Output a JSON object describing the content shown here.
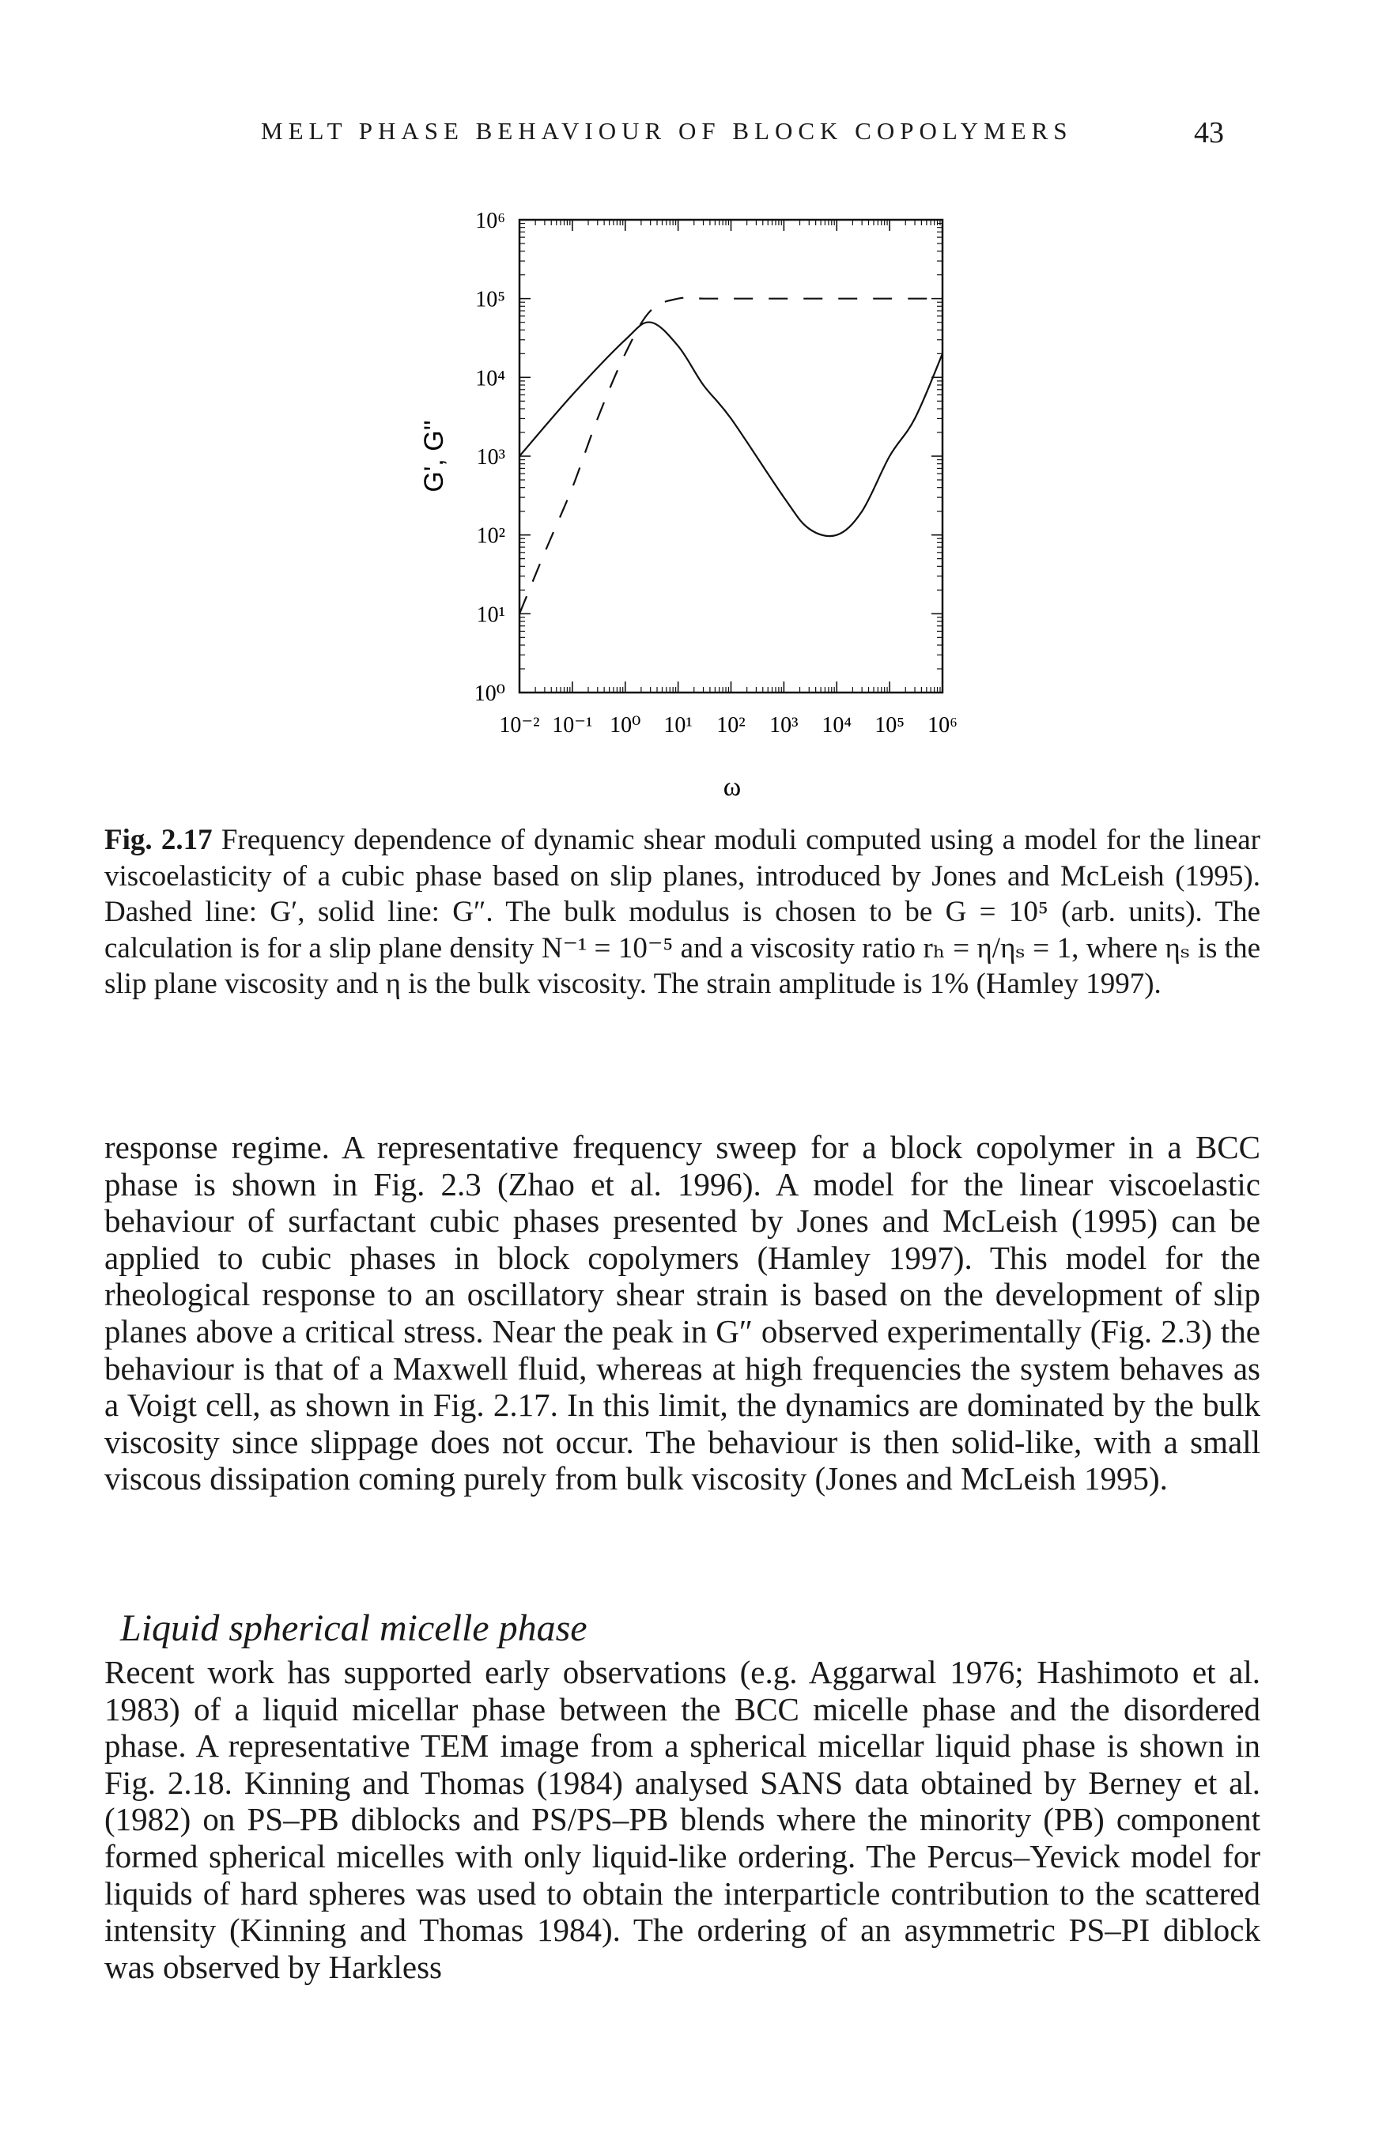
{
  "header": {
    "running_title": "MELT PHASE BEHAVIOUR OF BLOCK COPOLYMERS",
    "page_number": "43"
  },
  "chart_data": {
    "type": "line",
    "xscale": "log",
    "yscale": "log",
    "xlim": [
      0.01,
      1000000
    ],
    "ylim": [
      1,
      1000000
    ],
    "xlabel": "ω",
    "ylabel": "G', G''",
    "x_ticks": [
      "10⁻²",
      "10⁻¹",
      "10⁰",
      "10¹",
      "10²",
      "10³",
      "10⁴",
      "10⁵",
      "10⁶"
    ],
    "y_ticks": [
      "10⁰",
      "10¹",
      "10²",
      "10³",
      "10⁴",
      "10⁵",
      "10⁶"
    ],
    "grid": false,
    "series": [
      {
        "style": "dashed",
        "x": [
          0.01,
          0.03,
          0.1,
          0.3,
          1,
          3,
          10,
          30,
          100,
          1000,
          10000,
          100000,
          1000000
        ],
        "y": [
          10,
          60,
          400,
          3000,
          20000,
          70000,
          100000,
          100000,
          100000,
          100000,
          100000,
          100000,
          100000
        ]
      },
      {
        "style": "solid",
        "x": [
          0.01,
          0.1,
          1,
          3,
          10,
          30,
          100,
          1000,
          3000,
          10000,
          30000,
          100000,
          300000,
          1000000
        ],
        "y": [
          1000,
          6000,
          30000,
          50000,
          25000,
          8000,
          3000,
          300,
          120,
          100,
          200,
          1000,
          3000,
          20000
        ]
      }
    ]
  },
  "caption": {
    "label": "Fig. 2.17",
    "text": "Frequency dependence of dynamic shear moduli computed using a model for the linear viscoelasticity of a cubic phase based on slip planes, introduced by Jones and McLeish (1995). Dashed line: G′, solid line: G″. The bulk modulus is chosen to be G = 10⁵ (arb. units). The calculation is for a slip plane density N⁻¹ = 10⁻⁵ and a viscosity ratio rₕ = η/ηₛ = 1, where ηₛ is the slip plane viscosity and η is the bulk viscosity. The strain amplitude is 1% (Hamley 1997)."
  },
  "body": {
    "paragraph": "response regime. A representative frequency sweep for a block copolymer in a BCC phase is shown in Fig. 2.3 (Zhao et al. 1996). A model for the linear viscoelastic behaviour of surfactant cubic phases presented by Jones and McLeish (1995) can be applied to cubic phases in block copolymers (Hamley 1997). This model for the rheological response to an oscillatory shear strain is based on the development of slip planes above a critical stress. Near the peak in G″ observed experimentally (Fig. 2.3) the behaviour is that of a Maxwell fluid, whereas at high frequencies the system behaves as a Voigt cell, as shown in Fig. 2.17. In this limit, the dynamics are dominated by the bulk viscosity since slippage does not occur. The behaviour is then solid-like, with a small viscous dissipation coming purely from bulk viscosity (Jones and McLeish 1995)."
  },
  "section": {
    "heading": "Liquid spherical micelle phase",
    "paragraph": "Recent work has supported early observations (e.g. Aggarwal 1976; Hashimoto et al. 1983) of a liquid micellar phase between the BCC micelle phase and the disordered phase. A representative TEM image from a spherical micellar liquid phase is shown in Fig. 2.18. Kinning and Thomas (1984) analysed SANS data obtained by Berney et al. (1982) on PS–PB diblocks and PS/PS–PB blends where the minority (PB) component formed spherical micelles with only liquid-like ordering. The Percus–Yevick model for liquids of hard spheres was used to obtain the interparticle contribution to the scattered intensity (Kinning and Thomas 1984). The ordering of an asymmetric PS–PI diblock was observed by Harkless"
  }
}
